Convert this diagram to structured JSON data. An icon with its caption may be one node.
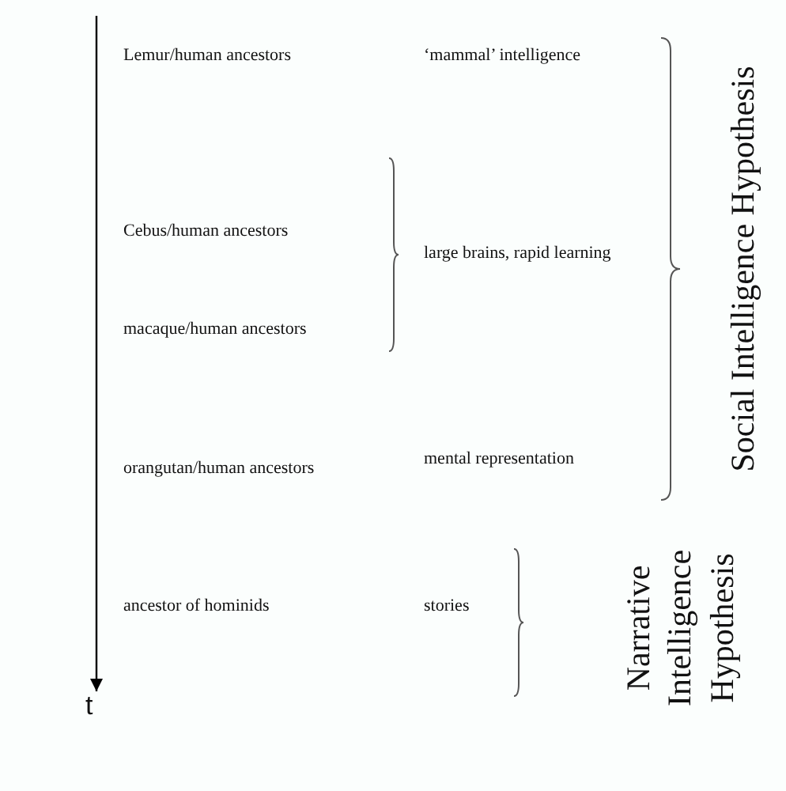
{
  "diagram": {
    "labels": [
      "Lemur/human ancestors",
      "‘mammal’ intelligence",
      "Social Intelligence Hypothesis",
      "Cebus/human ancestors",
      "large brains, rapid learning",
      "macaque/human ancestors",
      "orangutan/human ancestors",
      "mental representation",
      "ancestor of hominids",
      "stories",
      "Narrative Intelligence Hypothesis",
      "t"
    ]
  }
}
